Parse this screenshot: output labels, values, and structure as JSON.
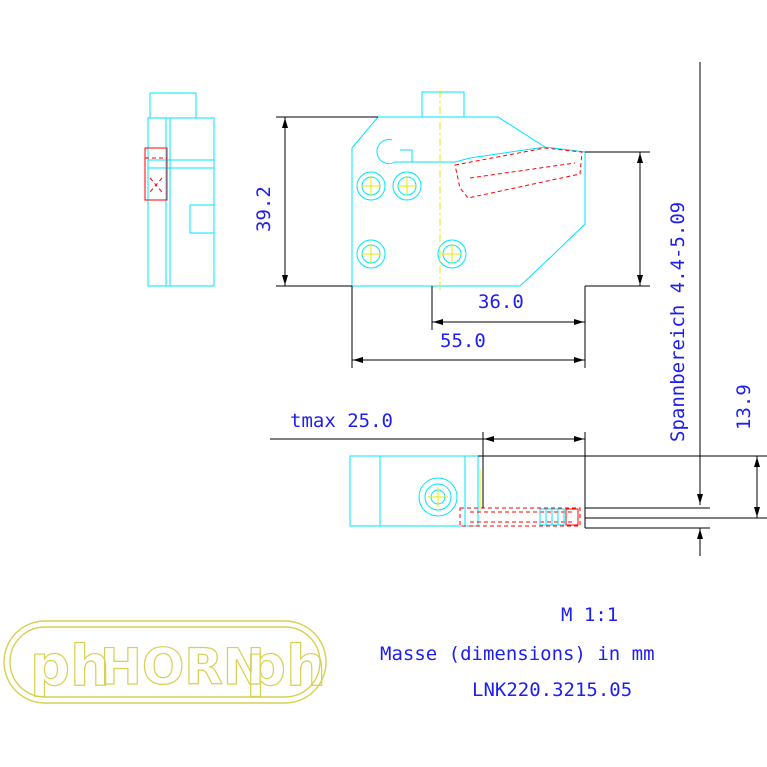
{
  "drawing": {
    "dimensions": {
      "height": "39.2",
      "width_inner": "36.0",
      "width_outer": "55.0",
      "tmax": "tmax 25.0",
      "clamp_range": "Spannbereich 4.4-5.09",
      "side_height": "13.9"
    },
    "notes": {
      "scale": "M 1:1",
      "units": "Masse (dimensions) in mm",
      "part_number": "LNK220.3215.05"
    },
    "logo": {
      "mark": "ph",
      "brand": "HORN"
    },
    "colors": {
      "outline": "#00e5ff",
      "dimension_text": "#1e1ef0",
      "hidden_line": "#ff0000",
      "center_line": "#e8e800",
      "logo": "#d8d050"
    }
  }
}
